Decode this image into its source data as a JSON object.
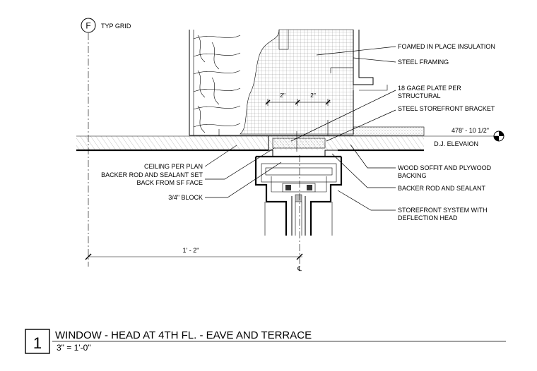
{
  "grid": {
    "letter": "F",
    "label": "TYP GRID"
  },
  "dimensions": {
    "left_offset": "2\"",
    "right_offset": "2\"",
    "overall": "1' - 2\"",
    "centerline": "℄"
  },
  "elevation": {
    "value": "478' - 10 1/2\"",
    "label": "D.J. ELEVAION"
  },
  "callouts_right": [
    "FOAMED IN PLACE INSULATION",
    "STEEL FRAMING",
    "18 GAGE PLATE PER",
    "STRUCTURAL",
    "STEEL STOREFRONT BRACKET",
    "WOOD SOFFIT AND PLYWOOD",
    "BACKING",
    "BACKER ROD AND SEALANT",
    "STOREFRONT SYSTEM WITH",
    "DEFLECTION HEAD"
  ],
  "callouts_left": [
    "CEILING PER PLAN",
    "BACKER ROD AND SEALANT SET",
    "BACK FROM SF FACE",
    "3/4\"  BLOCK"
  ],
  "title_block": {
    "number": "1",
    "title": "WINDOW - HEAD AT 4TH FL. - EAVE AND TERRACE",
    "scale": "3\" = 1'-0\""
  }
}
